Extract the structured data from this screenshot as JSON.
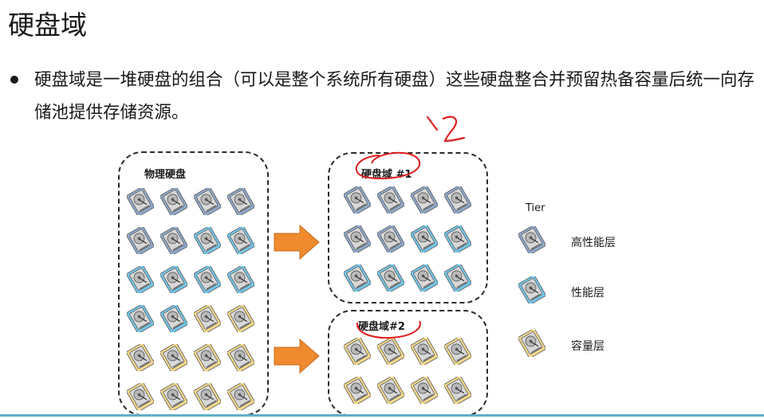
{
  "slide": {
    "title": "硬盘域",
    "bullet_text": "硬盘域是一堆硬盘的组合（可以是整个系统所有硬盘）这些硬盘整合并预留热备容量后统一向存储池提供存储资源。"
  },
  "diagram": {
    "physical": {
      "label": "物理硬盘",
      "rows": [
        [
          "high",
          "high",
          "high",
          "high"
        ],
        [
          "high",
          "high",
          "perf",
          "perf"
        ],
        [
          "perf",
          "perf",
          "perf",
          "perf"
        ],
        [
          "perf",
          "perf",
          "cap",
          "cap"
        ],
        [
          "cap",
          "cap",
          "cap",
          "cap"
        ],
        [
          "cap",
          "cap",
          "cap",
          "cap"
        ]
      ]
    },
    "domain1": {
      "label": "硬盘域 #1",
      "rows": [
        [
          "high",
          "high",
          "high",
          "high"
        ],
        [
          "high",
          "high",
          "perf",
          "perf"
        ],
        [
          "perf",
          "perf",
          "perf",
          "perf"
        ]
      ]
    },
    "domain2": {
      "label": "硬盘域#2",
      "rows": [
        [
          "cap",
          "cap",
          "cap",
          "cap"
        ],
        [
          "cap",
          "cap",
          "cap",
          "cap"
        ]
      ]
    },
    "handwritten_note": "12"
  },
  "legend": {
    "title": "Tier",
    "items": [
      {
        "tier": "high",
        "label": "高性能层"
      },
      {
        "tier": "perf",
        "label": "性能层"
      },
      {
        "tier": "cap",
        "label": "容量层"
      }
    ]
  },
  "colors": {
    "high": "#8fa9c9",
    "perf": "#74c6e6",
    "cap": "#f3d98c",
    "arrow": "#f08a2e",
    "annotation": "#e02020"
  },
  "icons": {
    "disk": "hard-disk-icon",
    "arrow": "right-arrow-icon"
  }
}
